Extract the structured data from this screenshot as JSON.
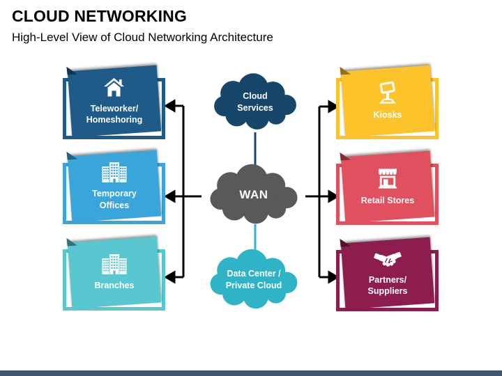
{
  "slide": {
    "title": "CLOUD NETWORKING",
    "subtitle": "High-Level View of Cloud Networking Architecture",
    "background_color": "#FFFFFF",
    "footer_bar_color": "#44546A",
    "connector_color": "#000000"
  },
  "diagram": {
    "clouds": [
      {
        "id": "cloud-services",
        "label": "Cloud\nServices",
        "color": "#17466B"
      },
      {
        "id": "wan",
        "label": "WAN",
        "color": "#58595B"
      },
      {
        "id": "data-center",
        "label": "Data Center /\nPrivate Cloud",
        "color": "#2FB4C7"
      }
    ],
    "cloud_links": [
      {
        "from": "cloud-services",
        "to": "wan",
        "color": "#17466B"
      },
      {
        "from": "wan",
        "to": "data-center",
        "color": "#2FB4C7"
      }
    ],
    "left_nodes": [
      {
        "label": "Teleworker/\nHomeshoring",
        "icon": "house-icon",
        "color": "#1F5B89"
      },
      {
        "label": "Temporary\nOffices",
        "icon": "office-building-icon",
        "color": "#39A5DB"
      },
      {
        "label": "Branches",
        "icon": "branch-building-icon",
        "color": "#58C7CF"
      }
    ],
    "right_nodes": [
      {
        "label": "Kiosks",
        "icon": "kiosk-icon",
        "color": "#FCC32B"
      },
      {
        "label": "Retail Stores",
        "icon": "storefront-icon",
        "color": "#E0505E"
      },
      {
        "label": "Partners/\nSuppliers",
        "icon": "handshake-icon",
        "color": "#8C1D4E"
      }
    ]
  }
}
